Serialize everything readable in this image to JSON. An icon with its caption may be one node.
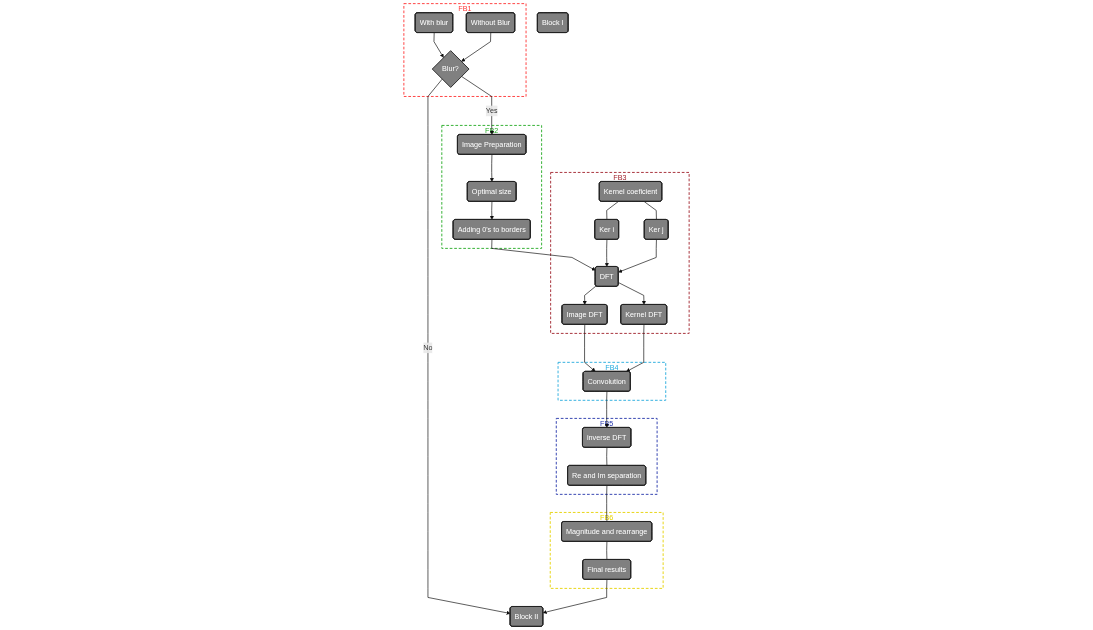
{
  "diagram": {
    "nodes": [
      {
        "text": [
          "FB1"
        ]
      },
      {
        "text": [
          "With blur"
        ],
        "in": 0
      },
      {
        "text": [
          "Without Blur"
        ],
        "in": 0
      },
      {
        "text": [
          "Blur?"
        ],
        "in": 0
      },
      {
        "text": [
          "Block I"
        ]
      },
      {
        "text": [
          "Block II"
        ]
      },
      {
        "text": [
          "FB2"
        ]
      },
      {
        "text": [
          "Image Preparation"
        ],
        "in": 6
      },
      {
        "text": [
          "Optimal size"
        ],
        "in": 6
      },
      {
        "text": [
          "Adding 0's to borders"
        ],
        "in": 6
      },
      {
        "text": [
          "FB3"
        ]
      },
      {
        "text": [
          "Image DFT"
        ],
        "in": 10
      },
      {
        "text": [
          "Kernel coeficient"
        ],
        "in": 10
      },
      {
        "text": [
          "Ker i"
        ],
        "in": 10
      },
      {
        "text": [
          "Ker j"
        ],
        "in": 10
      },
      {
        "text": [
          "DFT"
        ],
        "in": 10
      },
      {
        "text": [
          "Kernel DFT"
        ],
        "in": 10
      },
      {
        "text": [
          "FB4"
        ]
      },
      {
        "text": [
          "Convolution"
        ],
        "in": 17
      },
      {
        "text": [
          "FB5"
        ]
      },
      {
        "text": [
          "Re and Im separation"
        ],
        "in": 19
      },
      {
        "text": [
          "inverse DFT"
        ],
        "in": 19
      },
      {
        "text": [
          "FB6"
        ]
      },
      {
        "text": [
          "Final results"
        ],
        "in": 22
      },
      {
        "text": [
          "Magnitude and rearrange"
        ],
        "in": 22
      }
    ],
    "edges": [
      {
        "from": 1,
        "to": 3,
        "arrow": "to"
      },
      {
        "from": 2,
        "to": 3,
        "arrow": "to"
      },
      {
        "from": 3,
        "to": 5,
        "arrow": "to",
        "label": "No"
      },
      {
        "from": 3,
        "to": 7,
        "arrow": "to",
        "label": "Yes"
      },
      {
        "from": 7,
        "to": 8,
        "arrow": "to"
      },
      {
        "from": 8,
        "to": 9,
        "arrow": "to"
      },
      {
        "from": 9,
        "to": 15,
        "arrow": "to"
      },
      {
        "from": 15,
        "to": 11,
        "arrow": "to"
      },
      {
        "from": 12,
        "to": 13,
        "arrow": "none"
      },
      {
        "from": 12,
        "to": 14,
        "arrow": "none"
      },
      {
        "from": 13,
        "to": 15,
        "arrow": "to"
      },
      {
        "from": 14,
        "to": 15,
        "arrow": "to"
      },
      {
        "from": 11,
        "to": 18,
        "arrow": "to"
      },
      {
        "from": 15,
        "to": 16,
        "arrow": "to"
      },
      {
        "from": 16,
        "to": 18,
        "arrow": "to"
      },
      {
        "from": 18,
        "to": 21,
        "arrow": "to"
      },
      {
        "from": 21,
        "to": 20,
        "arrow": "none"
      },
      {
        "from": 20,
        "to": 24,
        "arrow": "none"
      },
      {
        "from": 24,
        "to": 23,
        "arrow": "none"
      },
      {
        "from": 23,
        "to": 5,
        "arrow": "to"
      }
    ]
  }
}
